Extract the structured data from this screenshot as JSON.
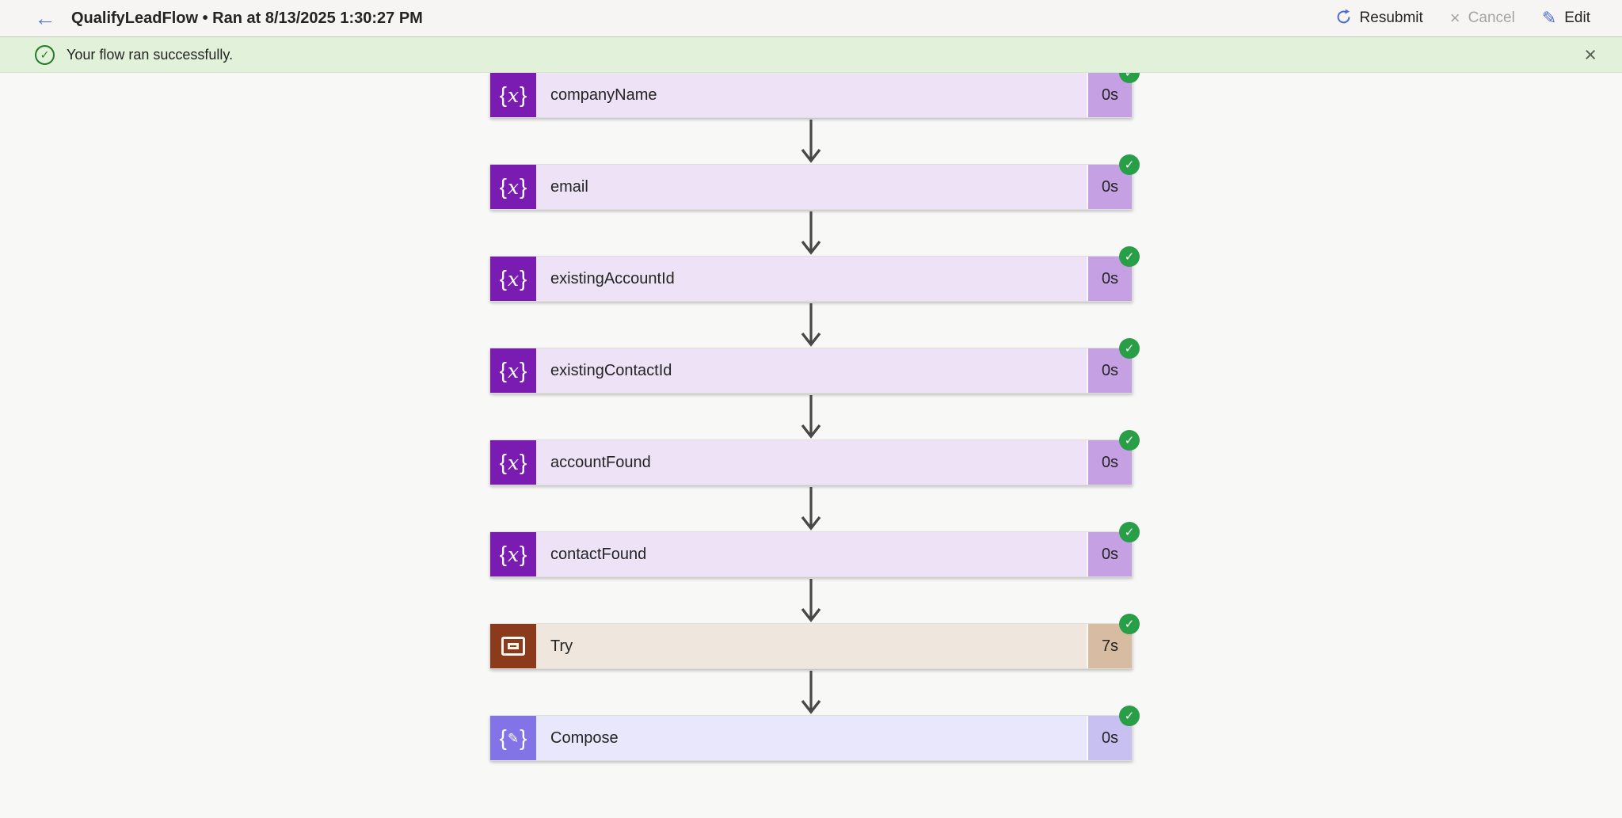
{
  "header": {
    "back_icon": "arrow-left",
    "title": "QualifyLeadFlow • Ran at 8/13/2025 1:30:27 PM",
    "actions": [
      {
        "label": "Resubmit",
        "icon": "refresh-icon",
        "enabled": true
      },
      {
        "label": "Cancel",
        "icon": "cancel-x-icon",
        "enabled": false
      },
      {
        "label": "Edit",
        "icon": "pencil-icon",
        "enabled": true
      }
    ]
  },
  "banner": {
    "message": "Your flow ran successfully.",
    "icon": "check-circle-icon",
    "close_icon": "close-x-icon"
  },
  "flow": {
    "nodes": [
      {
        "label": "companyName",
        "duration": "0s",
        "type": "variable",
        "icon": "variable-icon",
        "status": "succeeded"
      },
      {
        "label": "email",
        "duration": "0s",
        "type": "variable",
        "icon": "variable-icon",
        "status": "succeeded"
      },
      {
        "label": "existingAccountId",
        "duration": "0s",
        "type": "variable",
        "icon": "variable-icon",
        "status": "succeeded"
      },
      {
        "label": "existingContactId",
        "duration": "0s",
        "type": "variable",
        "icon": "variable-icon",
        "status": "succeeded"
      },
      {
        "label": "accountFound",
        "duration": "0s",
        "type": "variable",
        "icon": "variable-icon",
        "status": "succeeded"
      },
      {
        "label": "contactFound",
        "duration": "0s",
        "type": "variable",
        "icon": "variable-icon",
        "status": "succeeded"
      },
      {
        "label": "Try",
        "duration": "7s",
        "type": "scope",
        "icon": "scope-icon",
        "status": "succeeded"
      },
      {
        "label": "Compose",
        "duration": "0s",
        "type": "compose",
        "icon": "compose-icon",
        "status": "succeeded"
      }
    ]
  },
  "colors": {
    "accent_blue": "#4F6BD8",
    "back_arrow_blue": "#5B78D9",
    "success_badge_green": "#289E46",
    "banner_green_bg": "#E2F1DA",
    "banner_icon_green": "#237B28",
    "arrow_gray": "#4A4846",
    "text_dark": "#242424",
    "disabled_gray": "#A6A4A2",
    "canvas_bg": "#F8F8F7",
    "types": {
      "variable": {
        "icon_bg": "#7A1CB2",
        "body_bg": "#EEE2F6",
        "duration_bg": "#C5A0E2"
      },
      "scope": {
        "icon_bg": "#8B3A1B",
        "body_bg": "#EFE6DD",
        "duration_bg": "#D8BCA2"
      },
      "compose": {
        "icon_bg": "#8273E6",
        "body_bg": "#E9E7FB",
        "duration_bg": "#C7C0F0"
      }
    }
  }
}
